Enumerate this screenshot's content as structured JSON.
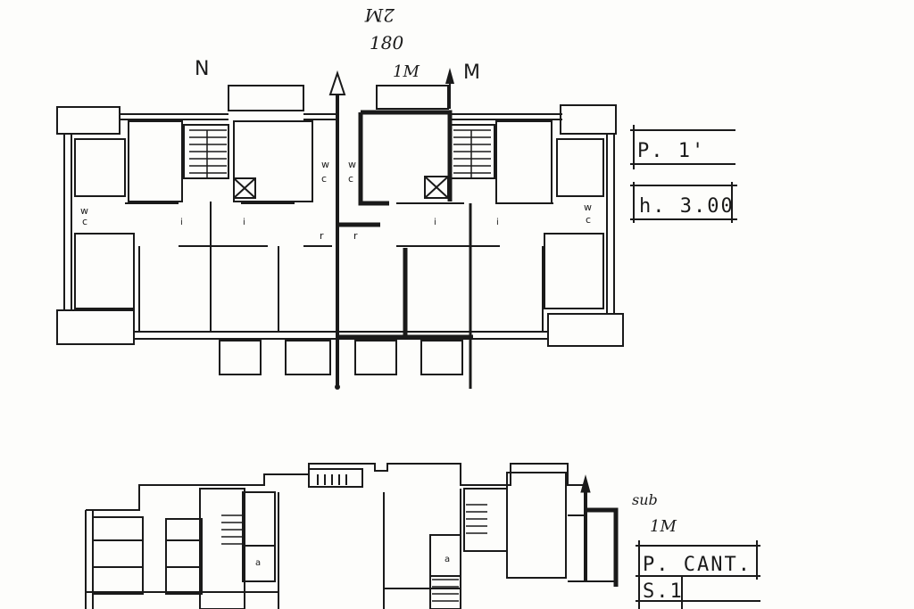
{
  "upper_plan": {
    "marker_left": "N",
    "marker_right": "M",
    "note_left": "2M",
    "note_number": "180",
    "note_code": "1M",
    "floor_label": "P. 1'",
    "height_label": "h. 3.00",
    "wc_label_w": "w",
    "wc_label_c": "c",
    "stair_label": "r",
    "room_letter": "i"
  },
  "lower_plan": {
    "note_word": "sub",
    "note_code": "1M",
    "floor_label": "P. CANT.",
    "sub_label": "S.1",
    "room_letter": "a"
  },
  "colors": {
    "ink": "#1a1a1a",
    "paper": "#fdfdfb"
  }
}
